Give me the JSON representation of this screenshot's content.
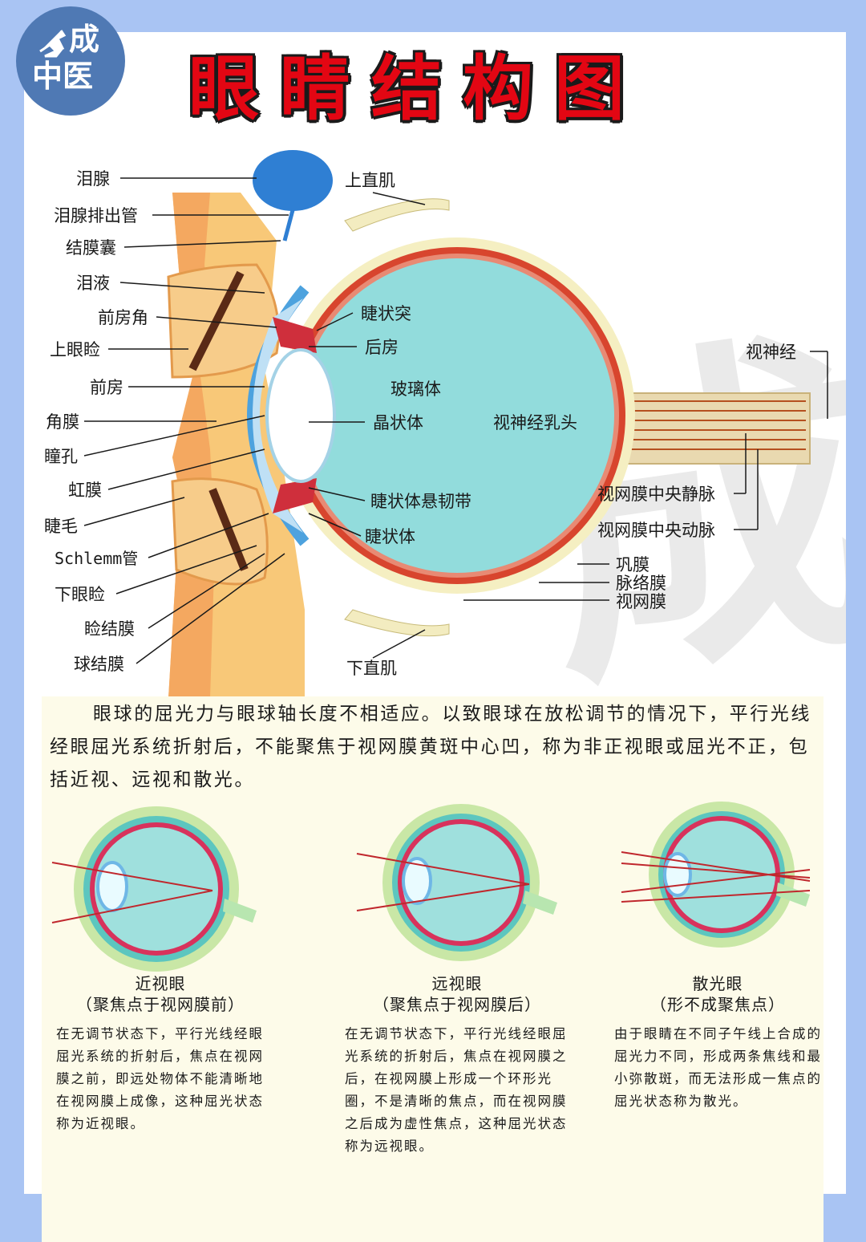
{
  "title": "眼睛结构图",
  "logo": {
    "line1": "成",
    "line2": "中医"
  },
  "labels_left": [
    "泪腺",
    "泪腺排出管",
    "结膜囊",
    "泪液",
    "前房角",
    "上眼睑",
    "前房",
    "角膜",
    "瞳孔",
    "虹膜",
    "睫毛",
    "Schlemm管",
    "下眼睑",
    "睑结膜",
    "球结膜"
  ],
  "labels_center": [
    "上直肌",
    "睫状突",
    "后房",
    "玻璃体",
    "晶状体",
    "睫状体悬韧带",
    "睫状体",
    "下直肌"
  ],
  "labels_right": [
    "视神经",
    "视神经乳头",
    "视网膜中央静脉",
    "视网膜中央动脉",
    "巩膜",
    "脉络膜",
    "视网膜"
  ],
  "intro": "眼球的屈光力与眼球轴长度不相适应。以致眼球在放松调节的情况下，平行光线经眼屈光系统折射后，不能聚焦于视网膜黄斑中心凹，称为非正视眼或屈光不正，包括近视、远视和散光。",
  "cases": [
    {
      "name": "近视眼",
      "note": "（聚焦点于视网膜前）",
      "desc": "在无调节状态下，平行光线经眼屈光系统的折射后，焦点在视网膜之前，即远处物体不能清晰地在视网膜上成像，这种屈光状态称为近视眼。"
    },
    {
      "name": "远视眼",
      "note": "（聚焦点于视网膜后）",
      "desc": "在无调节状态下，平行光线经眼屈光系统的折射后，焦点在视网膜之后，在视网膜上形成一个环形光圈，不是清晰的焦点，而在视网膜之后成为虚性焦点，这种屈光状态称为远视眼。"
    },
    {
      "name": "散光眼",
      "note": "（形不成聚焦点）",
      "desc": "由于眼睛在不同子午线上合成的屈光力不同，形成两条焦线和最小弥散斑，而无法形成一焦点的屈光状态称为散光。"
    }
  ],
  "colors": {
    "title": "#e30613",
    "page_bg": "#a9c4f3",
    "logo": "#4f79b4",
    "vitreous": "#92dcdc",
    "sclera": "#f5efc2",
    "choroid": "#d8452e",
    "iris": "#cf2f3c"
  }
}
